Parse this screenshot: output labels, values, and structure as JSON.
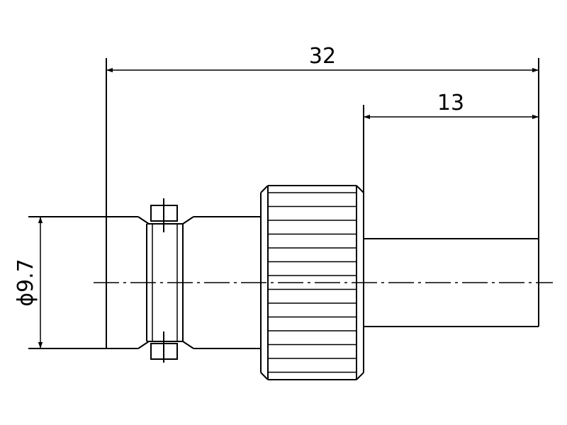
{
  "dimensions": {
    "overall_length": "32",
    "rear_length": "13",
    "diameter": "ϕ9.7"
  }
}
